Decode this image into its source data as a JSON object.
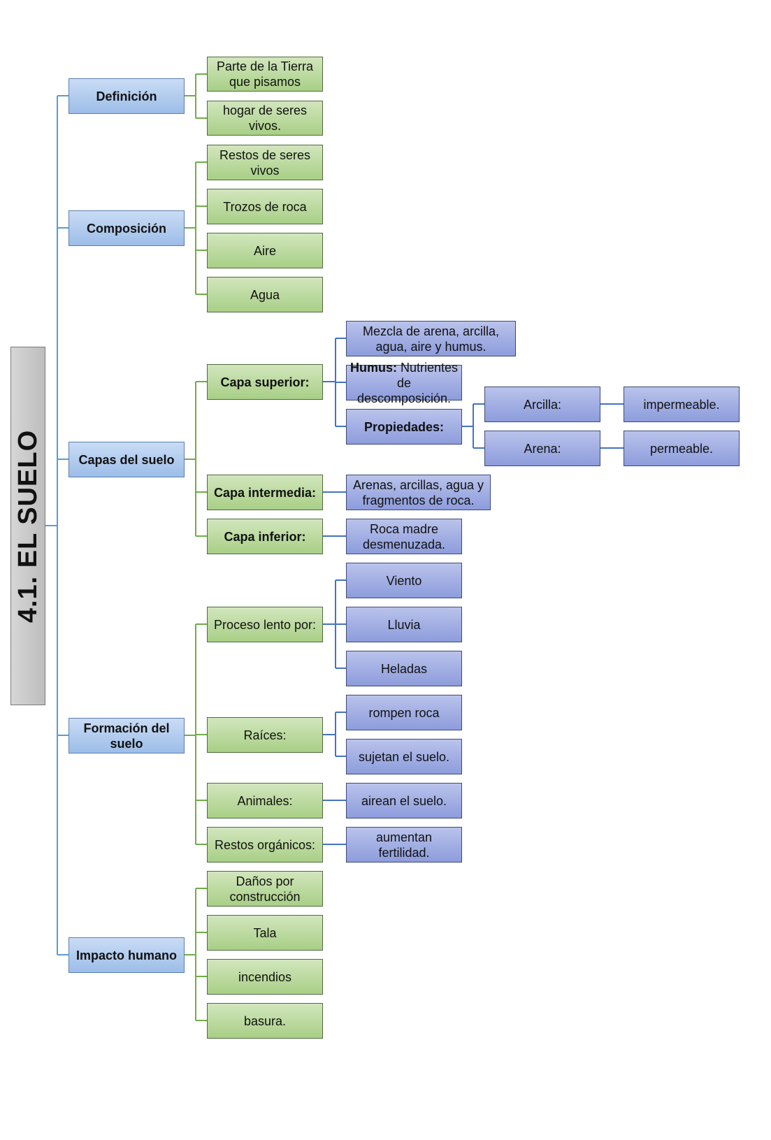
{
  "title": "4.1. EL SUELO",
  "colors": {
    "level1_line": "#5b9bd5",
    "level2_line": "#70ad47",
    "level3_line": "#4472c4",
    "level1_fill": "#a9c4ec",
    "green_fill": "#b5d69a",
    "blue_fill": "#97a6e0",
    "root_fill": "#c8c8c8"
  },
  "definicion": {
    "label": "Definición",
    "items": [
      "Parte de la Tierra que pisamos",
      "hogar de seres vivos."
    ]
  },
  "composicion": {
    "label": "Composición",
    "items": [
      "Restos de seres vivos",
      "Trozos de roca",
      "Aire",
      "Agua"
    ]
  },
  "capas": {
    "label": "Capas del suelo",
    "superior": {
      "label": "Capa superior:",
      "mezcla": "Mezcla de arena, arcilla, agua, aire y humus.",
      "humus_label": "Humus:",
      "humus_text": "Nutrientes de descomposición.",
      "propiedades": {
        "label": "Propiedades:",
        "arcilla": "Arcilla:",
        "arcilla_value": "impermeable.",
        "arena": "Arena:",
        "arena_value": "permeable."
      }
    },
    "intermedia": {
      "label": "Capa intermedia:",
      "text": "Arenas, arcillas, agua y fragmentos de roca."
    },
    "inferior": {
      "label": "Capa inferior:",
      "text": "Roca madre desmenuzada."
    }
  },
  "formacion": {
    "label": "Formación del suelo",
    "proceso": {
      "label": "Proceso lento por:",
      "items": [
        "Viento",
        "Lluvia",
        "Heladas"
      ]
    },
    "raices": {
      "label": "Raíces:",
      "items": [
        "rompen roca",
        "sujetan el suelo."
      ]
    },
    "animales": {
      "label": "Animales:",
      "text": "airean el suelo."
    },
    "restos": {
      "label": "Restos orgánicos:",
      "text": "aumentan fertilidad."
    }
  },
  "impacto": {
    "label": "Impacto humano",
    "items": [
      "Daños por construcción",
      "Tala",
      "incendios",
      "basura."
    ]
  }
}
